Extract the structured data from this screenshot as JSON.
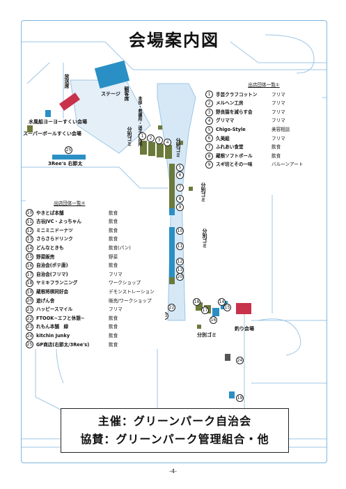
{
  "title": "会場案内図",
  "labels": {
    "stage": "ステージ",
    "control": "放送席",
    "audience": "観客席",
    "tent": "本部・救護所・迷子案内所",
    "water": "水風船ヨーヨーすくい会場",
    "superball": "スーパーボールすくい会場",
    "fishing": "釣り会場",
    "garbage": "分別ゴミ",
    "three_rees": "3Ree's 右節太"
  },
  "legend1": {
    "title": "出店団体一覧①",
    "items": [
      {
        "no": "1",
        "name": "手芸クラフコットン",
        "cat": "フリマ"
      },
      {
        "no": "2",
        "name": "メルヘン工房",
        "cat": "フリマ"
      },
      {
        "no": "3",
        "name": "野良猫を減らす会",
        "cat": "フリマ"
      },
      {
        "no": "4",
        "name": "グリママ",
        "cat": "フリマ"
      },
      {
        "no": "5",
        "name": "Chigo-Style",
        "cat": "美容相談"
      },
      {
        "no": "6",
        "name": "久美組",
        "cat": "フリマ"
      },
      {
        "no": "7",
        "name": "ふれあい食堂",
        "cat": "飲食"
      },
      {
        "no": "8",
        "name": "蔵根ソフトボール",
        "cat": "飲食"
      },
      {
        "no": "9",
        "name": "スギ坊とその一味",
        "cat": "バルーンアート"
      }
    ]
  },
  "legend2": {
    "title": "出店団体一覧②",
    "items": [
      {
        "no": "10",
        "name": "やきとば本舗",
        "cat": "飲食"
      },
      {
        "no": "11",
        "name": "古谷JVC・よっちゃん",
        "cat": "飲食"
      },
      {
        "no": "12",
        "name": "ミニミニドーナツ",
        "cat": "飲食"
      },
      {
        "no": "13",
        "name": "さらさらドリンク",
        "cat": "飲食"
      },
      {
        "no": "14",
        "name": "どんなときも",
        "cat": "飲食(パン)"
      },
      {
        "no": "15",
        "name": "野菜販売",
        "cat": "野菜"
      },
      {
        "no": "16",
        "name": "自治会(ポテ唐)",
        "cat": "飲食"
      },
      {
        "no": "17",
        "name": "自治会(フリマ)",
        "cat": "フリマ"
      },
      {
        "no": "18",
        "name": "ヤミキフランニング",
        "cat": "ワークショップ"
      },
      {
        "no": "19",
        "name": "蔵根将棋同好会",
        "cat": "デモンストレーション"
      },
      {
        "no": "20",
        "name": "遊げん舎",
        "cat": "販売/ワークショップ"
      },
      {
        "no": "21",
        "name": "ハッピースマイル",
        "cat": "フリマ"
      },
      {
        "no": "22",
        "name": "FTOOK~エフと休憩~",
        "cat": "飲食"
      },
      {
        "no": "23",
        "name": "れもん本舗　緑",
        "cat": "飲食"
      },
      {
        "no": "24",
        "name": "kitchin Junky",
        "cat": "飲食"
      },
      {
        "no": "25",
        "name": "GP商店(右節太/3Ree's)",
        "cat": "飲食"
      }
    ]
  },
  "markers": [
    "1",
    "2",
    "3",
    "4",
    "5",
    "6",
    "7",
    "8",
    "9",
    "10",
    "11",
    "12",
    "13",
    "14",
    "15",
    "16",
    "17",
    "18",
    "19",
    "20",
    "21",
    "22",
    "23",
    "24",
    "25"
  ],
  "sponsor": {
    "line1": "主催：グリーンパーク自治会",
    "line2": "協賛：グリーンパーク管理組合・他"
  },
  "page_number": "-4-",
  "colors": {
    "booth_blue": "#2a8fc4",
    "booth_green": "#6b7a3a",
    "booth_red": "#c8324a",
    "road": "#bcd8ee"
  }
}
